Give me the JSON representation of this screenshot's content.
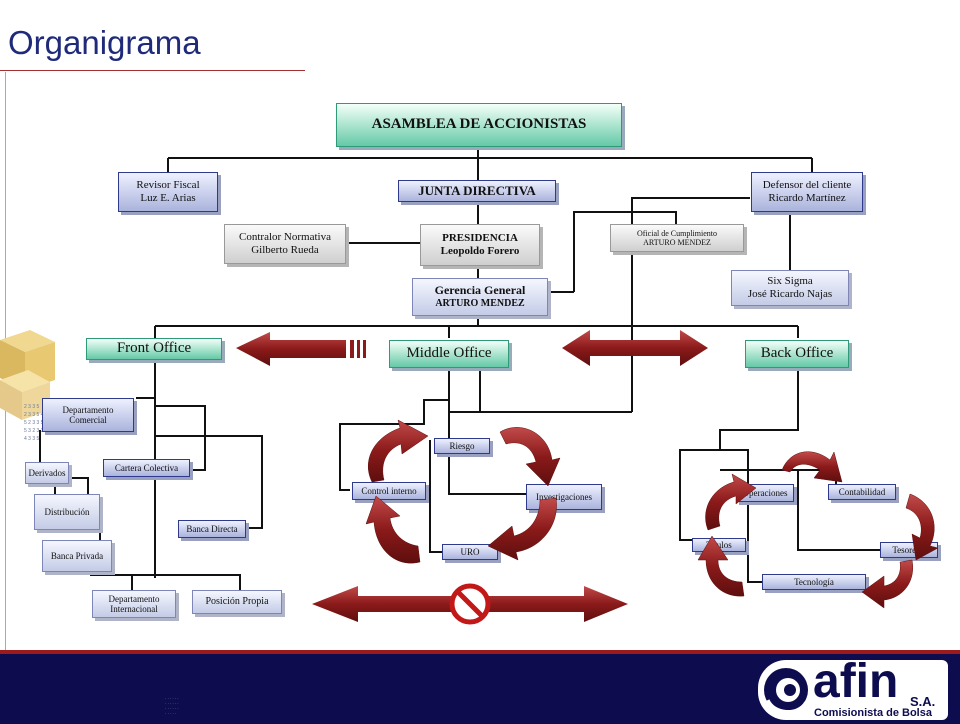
{
  "title": "Organigrama",
  "nodes": {
    "asamblea": "ASAMBLEA DE ACCIONISTAS",
    "revisor_title": "Revisor Fiscal",
    "revisor_name": "Luz E. Arias",
    "junta": "JUNTA DIRECTIVA",
    "defensor_title": "Defensor del cliente",
    "defensor_name": "Ricardo Martínez",
    "contralor_title": "Contralor Normativa",
    "contralor_name": "Gilberto Rueda",
    "presidencia_title": "PRESIDENCIA",
    "presidencia_name": "Leopoldo Forero",
    "oficial_title": "Oficial de Cumplimiento",
    "oficial_name": "ARTURO MENDEZ",
    "gerencia_title": "Gerencia General",
    "gerencia_name": "ARTURO MENDEZ",
    "sixsigma_title": "Six Sigma",
    "sixsigma_name": "José Ricardo Najas",
    "front_office": "Front Office",
    "middle_office": "Middle Office",
    "back_office": "Back Office",
    "depto_comercial": "Departamento Comercial",
    "derivados": "Derivados",
    "cartera": "Cartera Colectiva",
    "distribucion": "Distribución",
    "banca_directa": "Banca Directa",
    "banca_privada": "Banca Privada",
    "depto_internacional": "Departamento Internacional",
    "posicion_propia": "Posición Propia",
    "riesgo": "Riesgo",
    "control_interno": "Control interno",
    "investigaciones": "Investigaciones",
    "uro": "URO",
    "operaciones": "Operaciones",
    "contabilidad": "Contabilidad",
    "titulos": "Títulos",
    "tesoreria": "Tesorería",
    "tecnologia": "Tecnología"
  },
  "logo": {
    "name": "afin",
    "suffix": "S.A.",
    "subtitle": "Comisionista de Bolsa"
  },
  "colors": {
    "title": "#1f2a7a",
    "footer": "#0d0c4e",
    "arrow": "#8b1a1a",
    "box_green": "#64c9a6",
    "box_blue": "#c3cbe6"
  }
}
